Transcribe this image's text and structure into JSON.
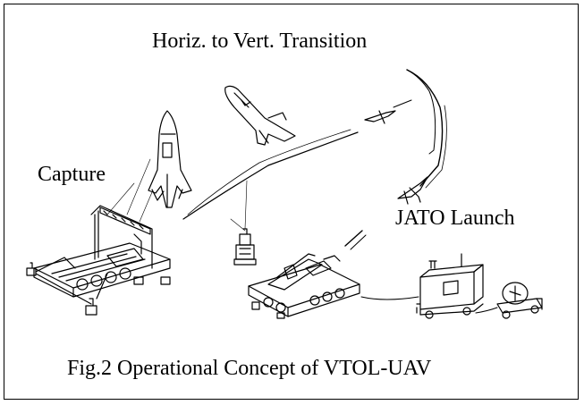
{
  "labels": {
    "transition": "Horiz. to Vert. Transition",
    "capture": "Capture",
    "jato_launch": "JATO Launch"
  },
  "caption": "Fig.2  Operational Concept of VTOL-UAV",
  "colors": {
    "line": "#000000",
    "background": "#ffffff"
  },
  "icons": [
    "vertical-uav-icon",
    "transitioning-uav-icon",
    "flying-uav-icon",
    "capture-rig-icon",
    "launcher-truck-icon",
    "ground-station-icon",
    "generator-trailer-icon",
    "ground-antenna-icon"
  ]
}
